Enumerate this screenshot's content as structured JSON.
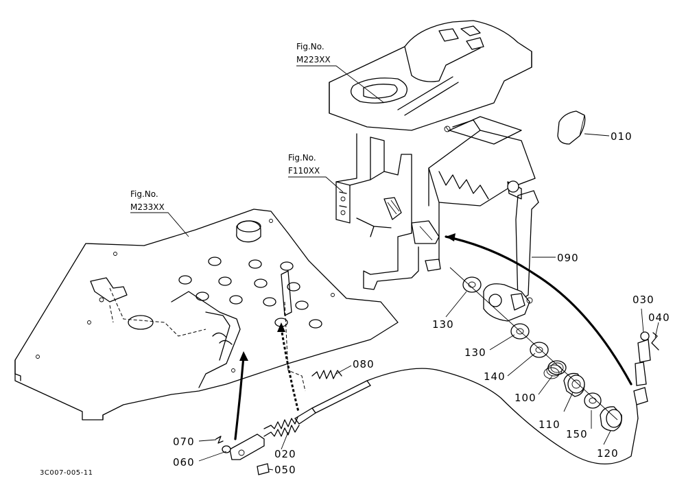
{
  "figure_refs": [
    {
      "id": "ref-seat",
      "line1": "Fig.No.",
      "line2": "M223XX"
    },
    {
      "id": "ref-frame",
      "line1": "Fig.No.",
      "line2": "F110XX"
    },
    {
      "id": "ref-floor",
      "line1": "Fig.No.",
      "line2": "M233XX"
    }
  ],
  "parts": {
    "p010": "010",
    "p020": "020",
    "p030": "030",
    "p040": "040",
    "p050": "050",
    "p060": "060",
    "p070": "070",
    "p080": "080",
    "p090": "090",
    "p100": "100",
    "p110": "110",
    "p120": "120",
    "p130a": "130",
    "p130b": "130",
    "p140": "140",
    "p150": "150"
  },
  "drawing_code": "3C007-005-11"
}
